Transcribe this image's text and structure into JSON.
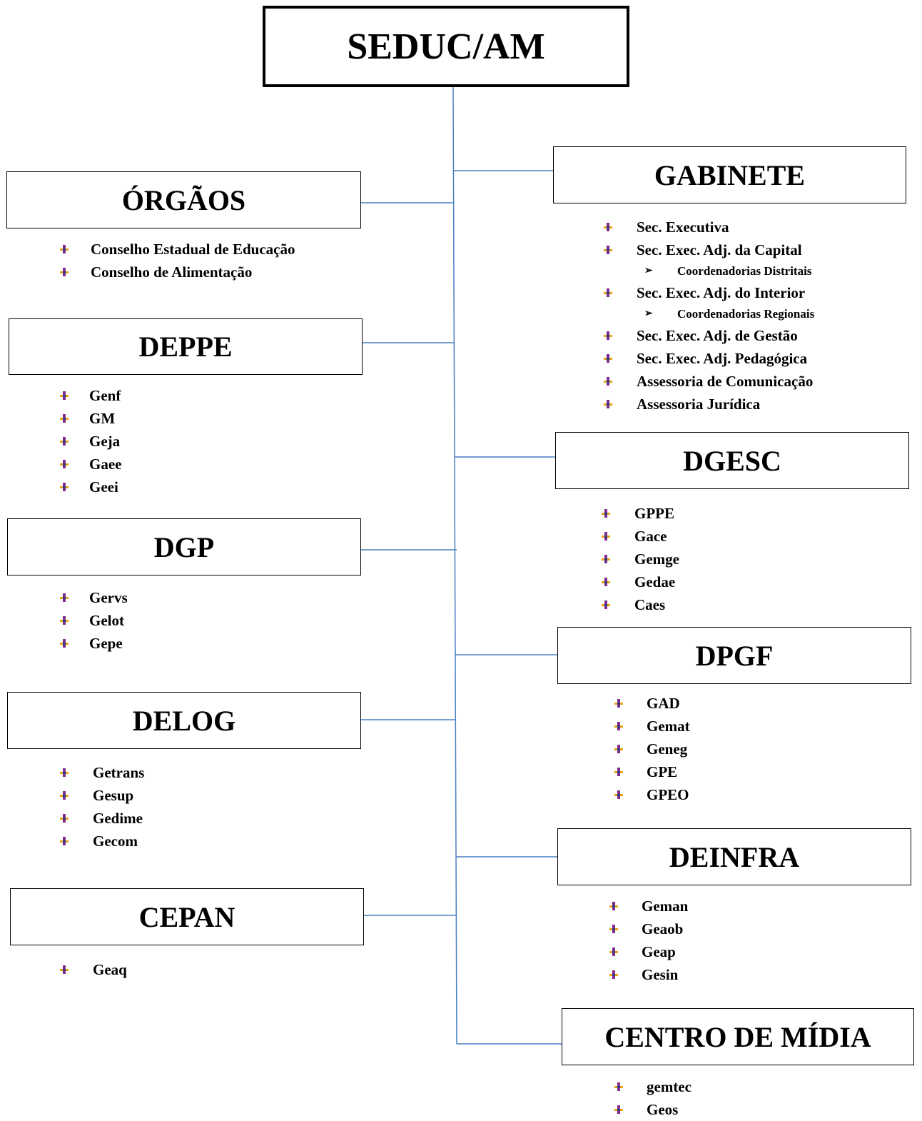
{
  "colors": {
    "connector": "#4a7fc1",
    "bullet_vertical": "#7f2a8c",
    "bullet_horizontal": "#e8a317",
    "bullet_center": "#2a3b8f"
  },
  "root": {
    "title": "SEDUC/AM"
  },
  "left": [
    {
      "title": "ÓRGÃOS",
      "items": [
        "Conselho Estadual de Educação",
        "Conselho de Alimentação"
      ]
    },
    {
      "title": "DEPPE",
      "items": [
        "Genf",
        "GM",
        "Geja",
        "Gaee",
        "Geei"
      ]
    },
    {
      "title": "DGP",
      "items": [
        "Gervs",
        "Gelot",
        "Gepe"
      ]
    },
    {
      "title": "DELOG",
      "items": [
        "Getrans",
        "Gesup",
        "Gedime",
        "Gecom"
      ]
    },
    {
      "title": "CEPAN",
      "items": [
        "Geaq"
      ]
    }
  ],
  "right": [
    {
      "title": "GABINETE",
      "items": [
        {
          "text": "Sec. Executiva"
        },
        {
          "text": "Sec. Exec. Adj. da Capital"
        },
        {
          "text": "Coordenadorias Distritais",
          "sub": true
        },
        {
          "text": "Sec. Exec. Adj. do Interior"
        },
        {
          "text": "Coordenadorias Regionais",
          "sub": true
        },
        {
          "text": "Sec. Exec. Adj. de Gestão"
        },
        {
          "text": "Sec. Exec. Adj. Pedagógica"
        },
        {
          "text": "Assessoria de Comunicação"
        },
        {
          "text": "Assessoria Jurídica"
        }
      ]
    },
    {
      "title": "DGESC",
      "items": [
        {
          "text": "GPPE"
        },
        {
          "text": "Gace"
        },
        {
          "text": "Gemge"
        },
        {
          "text": "Gedae"
        },
        {
          "text": "Caes"
        }
      ]
    },
    {
      "title": "DPGF",
      "items": [
        {
          "text": "GAD"
        },
        {
          "text": "Gemat"
        },
        {
          "text": "Geneg"
        },
        {
          "text": "GPE"
        },
        {
          "text": "GPEO"
        }
      ]
    },
    {
      "title": "DEINFRA",
      "items": [
        {
          "text": "Geman"
        },
        {
          "text": "Geaob"
        },
        {
          "text": "Geap"
        },
        {
          "text": "Gesin"
        }
      ]
    },
    {
      "title": "CENTRO DE MÍDIA",
      "items": [
        {
          "text": "gemtec"
        },
        {
          "text": "Geos"
        }
      ]
    }
  ]
}
